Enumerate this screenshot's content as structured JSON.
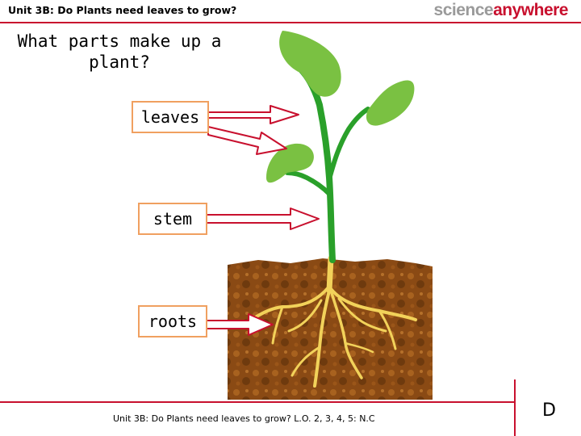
{
  "header": {
    "title": "Unit 3B: Do Plants need leaves to grow?",
    "brand_part1": "science",
    "brand_part2": "anywhere"
  },
  "slide": {
    "question": "What parts make up a plant?",
    "labels": {
      "leaves": "leaves",
      "stem": "stem",
      "roots": "roots"
    }
  },
  "footer": {
    "text": "Unit 3B: Do Plants need leaves to grow? L.O. 2, 3, 4, 5: N.C",
    "letter": "D"
  },
  "colors": {
    "accent": "#c8102e",
    "box_border": "#f0a060",
    "leaf": "#7ac142",
    "stem": "#2aa02a",
    "soil": "#8a4a14",
    "root": "#f2d25a"
  }
}
